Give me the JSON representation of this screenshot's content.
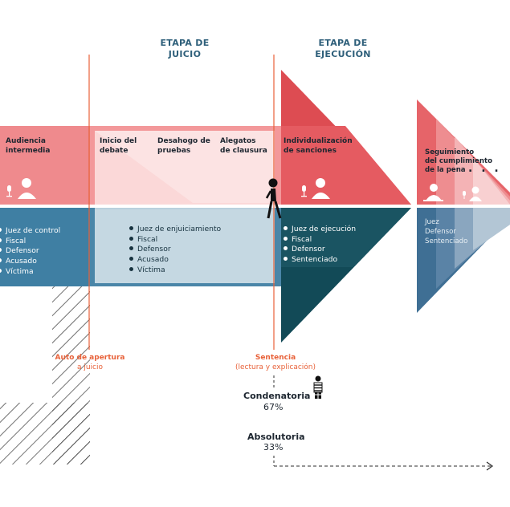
{
  "stages": {
    "trial": [
      "ETAPA DE",
      "JUICIO"
    ],
    "execution": [
      "ETAPA DE",
      "EJECUCIÓN"
    ]
  },
  "activities": {
    "intermediate_hearing": [
      "Audiencia",
      "intermedia"
    ],
    "debate_start": [
      "Inicio del",
      "debate"
    ],
    "evidence": [
      "Desahogo de",
      "pruebas"
    ],
    "closing": [
      "Alegatos",
      "de clausura"
    ],
    "sentencing": [
      "Individualización",
      "de sanciones"
    ],
    "monitoring": [
      "Seguimiento",
      "del cumplimiento",
      "de la pena"
    ],
    "ellipsis": ". . ."
  },
  "participants": {
    "intermediate": [
      "Juez de control",
      "Fiscal",
      "Defensor",
      "Acusado",
      "Víctima"
    ],
    "trial": [
      "Juez de enjuiciamiento",
      "Fiscal",
      "Defensor",
      "Acusado",
      "Víctima"
    ],
    "execution": [
      "Juez de ejecución",
      "Fiscal",
      "Defensor",
      "Sentenciado"
    ],
    "monitoring": [
      "Juez",
      "Defensor",
      "Sentenciado"
    ]
  },
  "milestones": {
    "auto": [
      "Auto de apertura",
      "a juicio"
    ],
    "sentence": [
      "Sentencia",
      "(lectura y explicación)"
    ]
  },
  "results": {
    "conviction": {
      "label": "Condenatoria",
      "value": "67%"
    },
    "acquittal": {
      "label": "Absolutoria",
      "value": "33%"
    }
  },
  "colors": {
    "stage_title": "#2e5f7a",
    "milestone": "#e8623a",
    "red_band": "#f08d90",
    "red_dark": "#dc4a4f",
    "blue_band": "#3d7fa3",
    "teal_dark": "#124a57",
    "light_box": "#ffffff"
  },
  "icons": [
    "person-icon",
    "microphone-icon",
    "walking-person-icon",
    "prisoner-icon",
    "judge-icon",
    "arrow-right-icon"
  ]
}
